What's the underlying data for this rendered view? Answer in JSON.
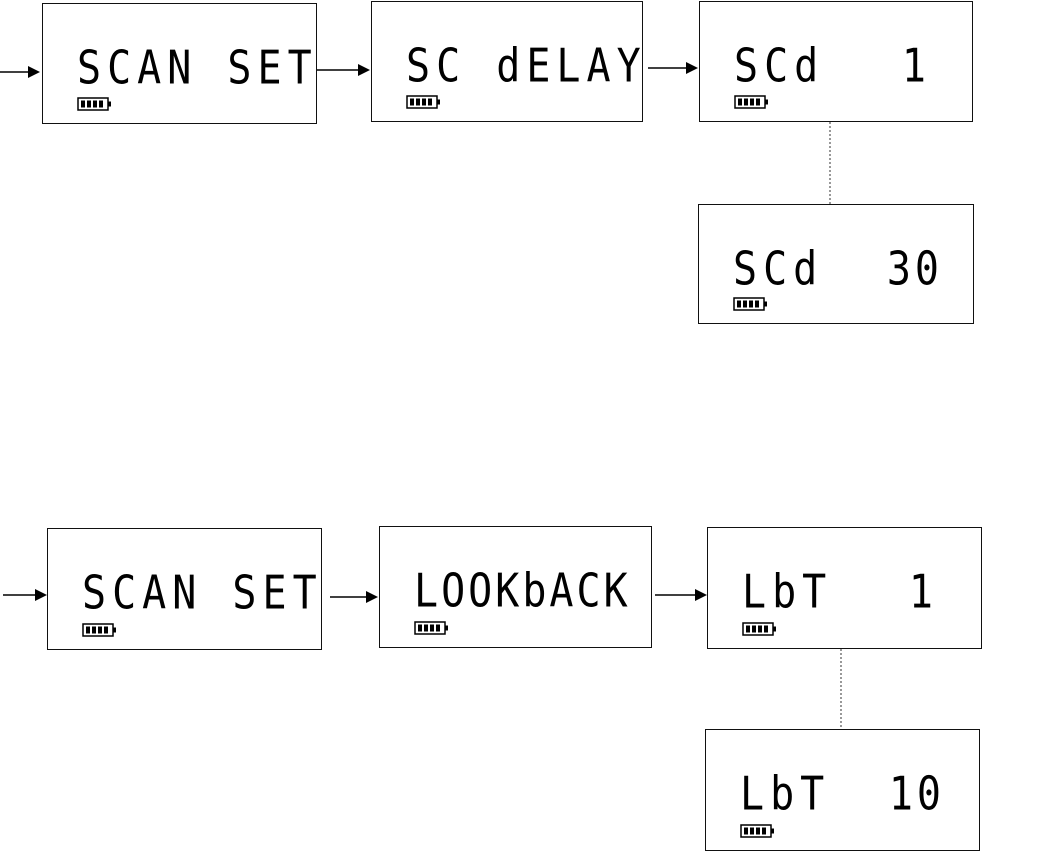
{
  "row1": {
    "screens": [
      {
        "name": "scan-set",
        "text": "SCAN SET",
        "value": ""
      },
      {
        "name": "sc-delay",
        "text": "SC dELAY",
        "value": ""
      },
      {
        "name": "scd-1",
        "text": "SCd",
        "value": "1"
      },
      {
        "name": "scd-30",
        "text": "SCd",
        "value": "30"
      }
    ]
  },
  "row2": {
    "screens": [
      {
        "name": "scan-set-2",
        "text": "SCAN SET",
        "value": ""
      },
      {
        "name": "lookback",
        "text": "LOOKbACK",
        "value": ""
      },
      {
        "name": "lbt-1",
        "text": "LbT",
        "value": "1"
      },
      {
        "name": "lbt-10",
        "text": "LbT",
        "value": "10"
      }
    ]
  },
  "icons": {
    "battery": "battery-full-icon",
    "arrow": "arrow-right-icon",
    "connector": "dotted-connector"
  }
}
